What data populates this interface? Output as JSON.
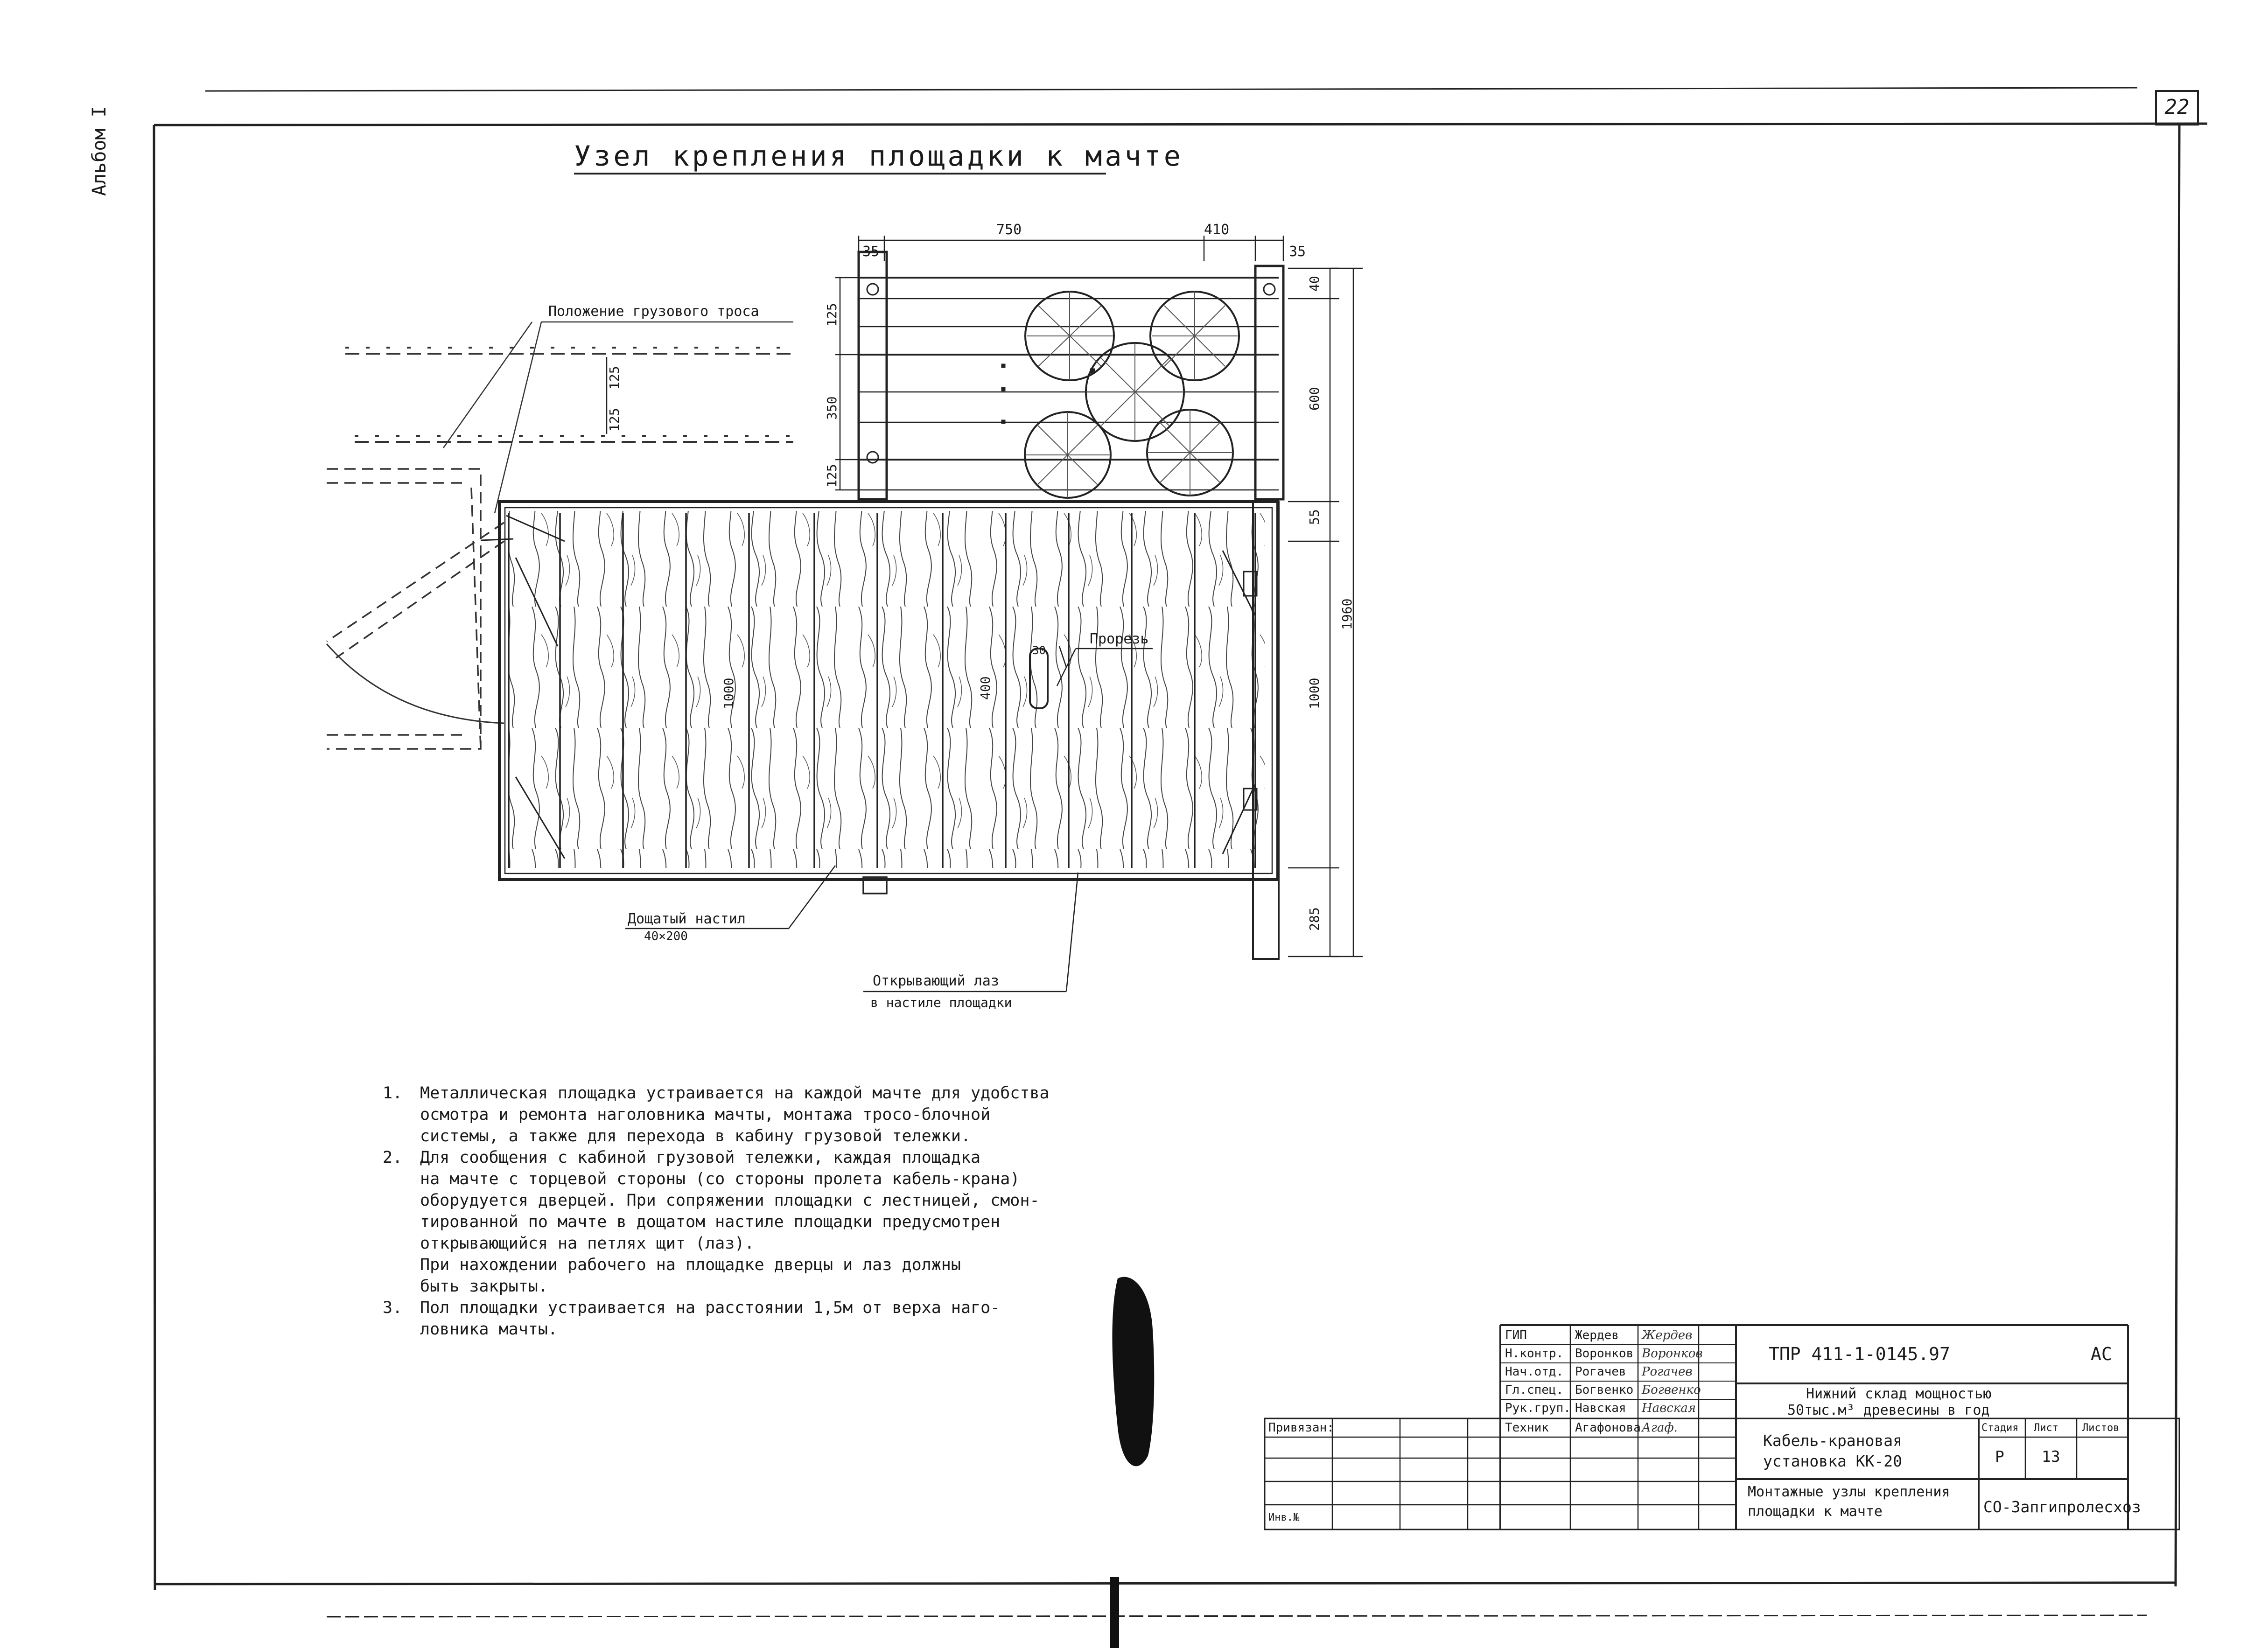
{
  "sheet_number": "22",
  "album_label": "Альбом I",
  "title": "Узел крепления площадки к мачте",
  "dimensions": {
    "top_750": "750",
    "top_410": "410",
    "top_35_left": "35",
    "top_35_right": "35",
    "left_125_top": "125",
    "left_350": "350",
    "left_125_bottom": "125",
    "rope_125_a": "125",
    "rope_125_b": "125",
    "right_40": "40",
    "right_600": "600",
    "right_55": "55",
    "right_1000": "1000",
    "right_285": "285",
    "overall_1960": "1960",
    "board_1000": "1000",
    "slot_400": "400",
    "slot_30": "30"
  },
  "callouts": {
    "rope_position": "Положение грузового троса",
    "slot": "Прорезь",
    "deck_line1": "Дощатый настил",
    "deck_line2": "40×200",
    "hatch_line1": "Открывающий лаз",
    "hatch_line2": "в настиле площадки"
  },
  "notes": [
    {
      "num": "1.",
      "lines": [
        "Металлическая площадка устраивается на каждой мачте для удобства",
        "осмотра и ремонта наголовника мачты, монтажа тросо-блочной",
        "системы, а также для перехода в кабину грузовой тележки."
      ]
    },
    {
      "num": "2.",
      "lines": [
        "Для сообщения с кабиной грузовой тележки, каждая площадка",
        "на мачте с торцевой стороны (со стороны пролета кабель-крана)",
        "оборудуется дверцей. При сопряжении площадки с лестницей, смон-",
        "тированной по мачте в дощатом настиле площадки предусмотрен",
        "открывающийся на петлях щит (лаз).",
        "При нахождении рабочего на площадке дверцы и лаз должны",
        "быть закрыты."
      ]
    },
    {
      "num": "3.",
      "lines": [
        "Пол площадки устраивается на расстоянии 1,5м от верха наго-",
        "ловника мачты."
      ]
    }
  ],
  "title_block": {
    "roles": [
      "ГИП",
      "Н.контр.",
      "Нач.отд.",
      "Гл.спец.",
      "Рук.груп.",
      "Техник"
    ],
    "names": [
      "Жердев",
      "Воронков",
      "Рогачев",
      "Богвенко",
      "Навская",
      "Агафонова"
    ],
    "signatures": [
      "Жердев",
      "Воронков",
      "Рогачев",
      "Богвенко",
      "Навская",
      "Агаф."
    ],
    "privyazan": "Привязан:",
    "inv": "Инв.№",
    "code": "ТПР 411-1-0145.97",
    "section": "АС",
    "object_line1": "Нижний склад мощностью",
    "object_line2": "50тыс.м³ древесины в год",
    "unit_line1": "Кабель-крановая",
    "unit_line2": "установка КК-20",
    "stage_hdr": "Стадия",
    "sheet_hdr": "Лист",
    "sheets_hdr": "Листов",
    "stage": "Р",
    "sheet": "13",
    "sheets": "",
    "drawing_line1": "Монтажные узлы крепления",
    "drawing_line2": "площадки к мачте",
    "org": "СО-Запгипролесхоз"
  }
}
